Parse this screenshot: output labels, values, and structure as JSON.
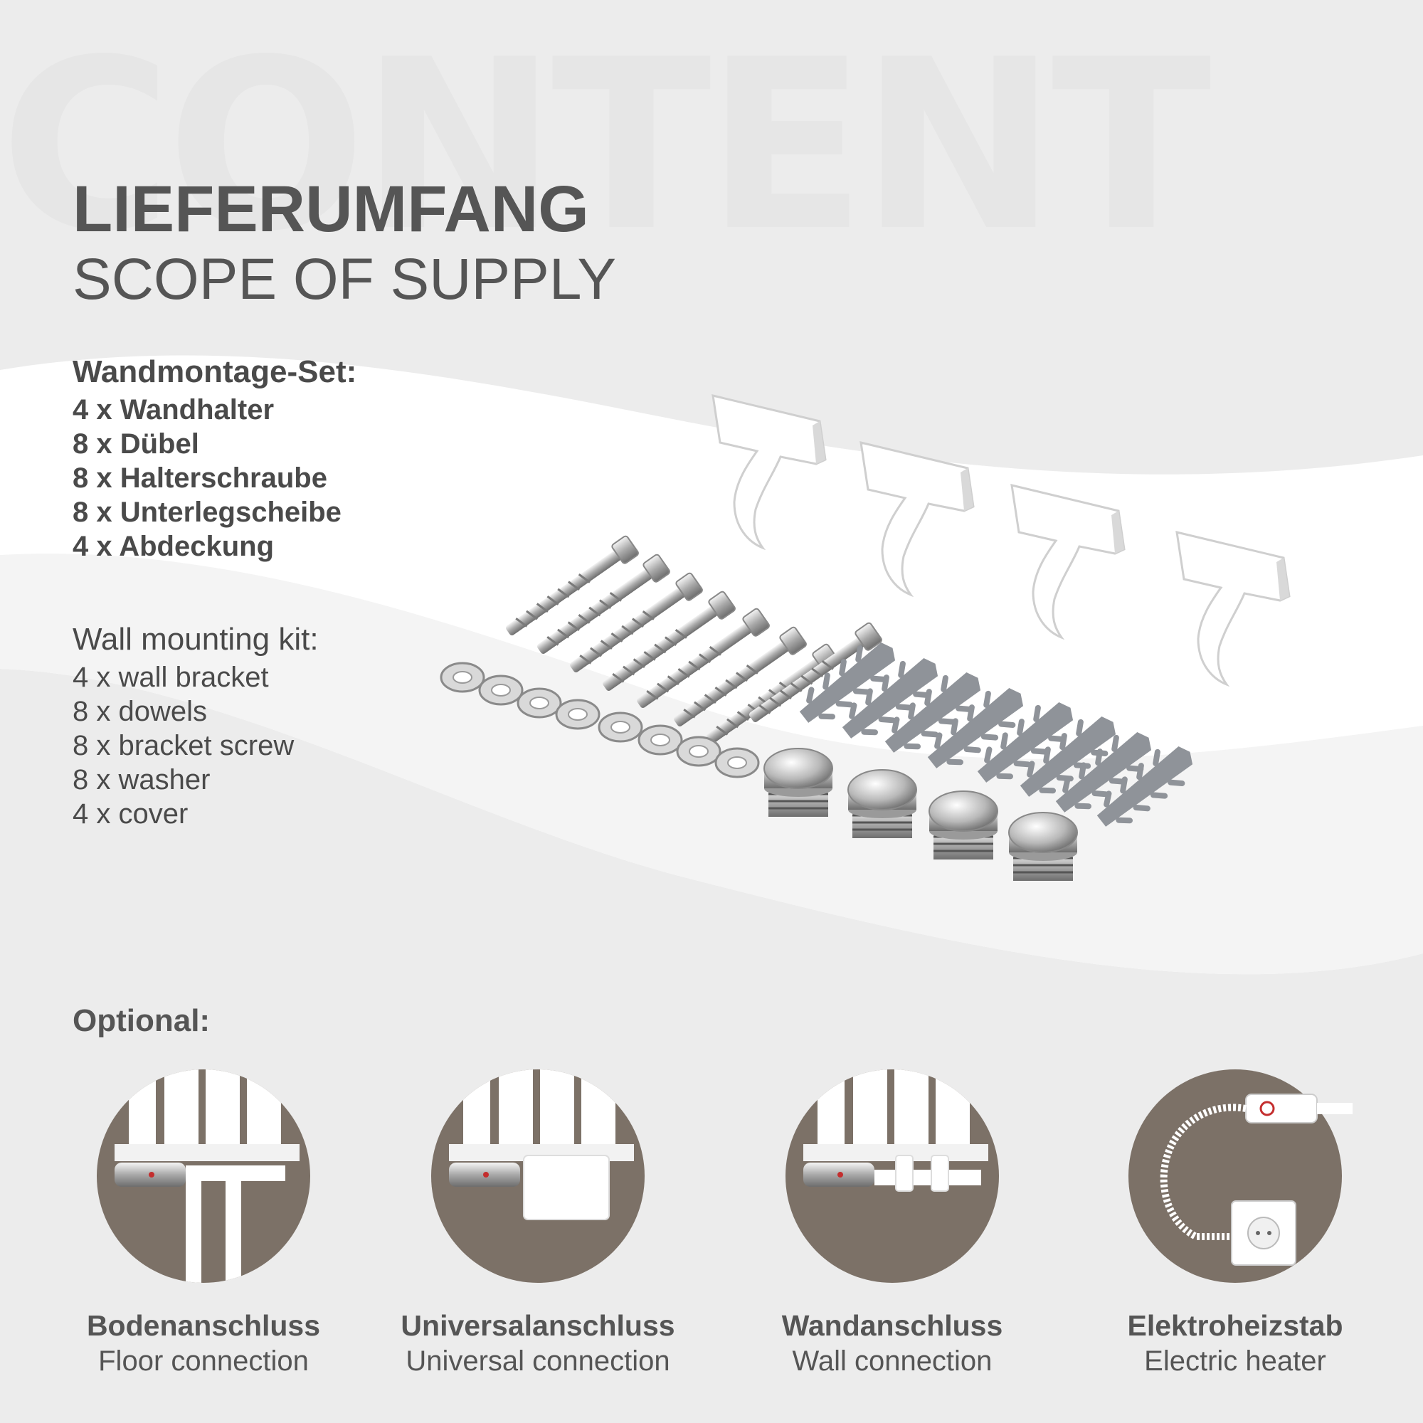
{
  "watermark": "CONTENT",
  "title": {
    "de": "LIEFERUMFANG",
    "en": "SCOPE OF SUPPLY"
  },
  "kit_de": {
    "heading": "Wandmontage-Set:",
    "items": [
      "4 x Wandhalter",
      "8 x Dübel",
      "8 x Halterschraube",
      "8 x Unterlegscheibe",
      "4 x Abdeckung"
    ]
  },
  "kit_en": {
    "heading": "Wall mounting kit:",
    "items": [
      "4 x wall bracket",
      "8 x dowels",
      "8 x bracket screw",
      "8 x washer",
      "4 x cover"
    ]
  },
  "optional": {
    "label": "Optional:",
    "items": [
      {
        "de": "Bodenanschluss",
        "en": "Floor connection"
      },
      {
        "de": "Universalanschluss",
        "en": "Universal connection"
      },
      {
        "de": "Wandanschluss",
        "en": "Wall connection"
      },
      {
        "de": "Elektroheizstab",
        "en": "Electric heater"
      }
    ]
  },
  "colors": {
    "background": "#ececec",
    "wave": "#ffffff",
    "text": "#555555",
    "circle": "#7c7167",
    "watermark": "#e6e6e6"
  }
}
